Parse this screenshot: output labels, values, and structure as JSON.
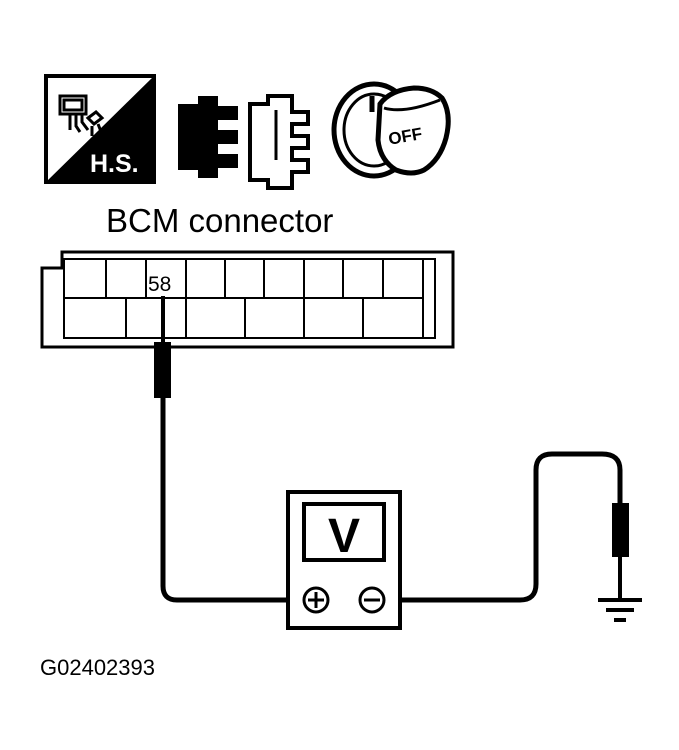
{
  "icons": {
    "harness_icon": "harness-side-icon",
    "hs_label": "H.S.",
    "connector_icon": "disconnect-connector-icon",
    "ignition_icon": "ignition-off-key-icon",
    "ignition_label": "OFF"
  },
  "connector": {
    "title": "BCM connector",
    "terminal": "58"
  },
  "meter": {
    "label": "V",
    "positive_symbol": "plus-terminal",
    "negative_symbol": "minus-terminal"
  },
  "ground_icon": "ground-symbol",
  "figure_id": "G02402393"
}
